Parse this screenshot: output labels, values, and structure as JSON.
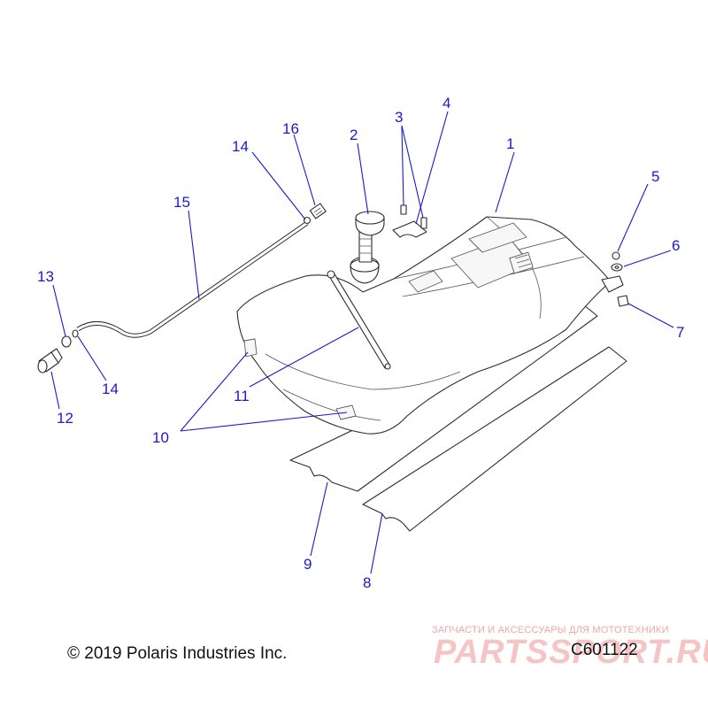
{
  "diagram": {
    "callouts": {
      "c1": "1",
      "c2": "2",
      "c3": "3",
      "c4": "4",
      "c5": "5",
      "c6": "6",
      "c7": "7",
      "c8": "8",
      "c9": "9",
      "c10": "10",
      "c11": "11",
      "c12": "12",
      "c13": "13",
      "c14a": "14",
      "c14b": "14",
      "c15": "15",
      "c16": "16"
    },
    "callout_color": "#1a1acc"
  },
  "footer": {
    "copyright": "© 2019 Polaris Industries Inc.",
    "drawing_id": "C601122"
  },
  "watermark": {
    "tagline": "ЗАПЧАСТИ И АКСЕССУАРЫ ДЛЯ МОТОТЕХНИКИ",
    "brand": "PARTSSPORT.RU",
    "color": "#f6c4c4"
  }
}
